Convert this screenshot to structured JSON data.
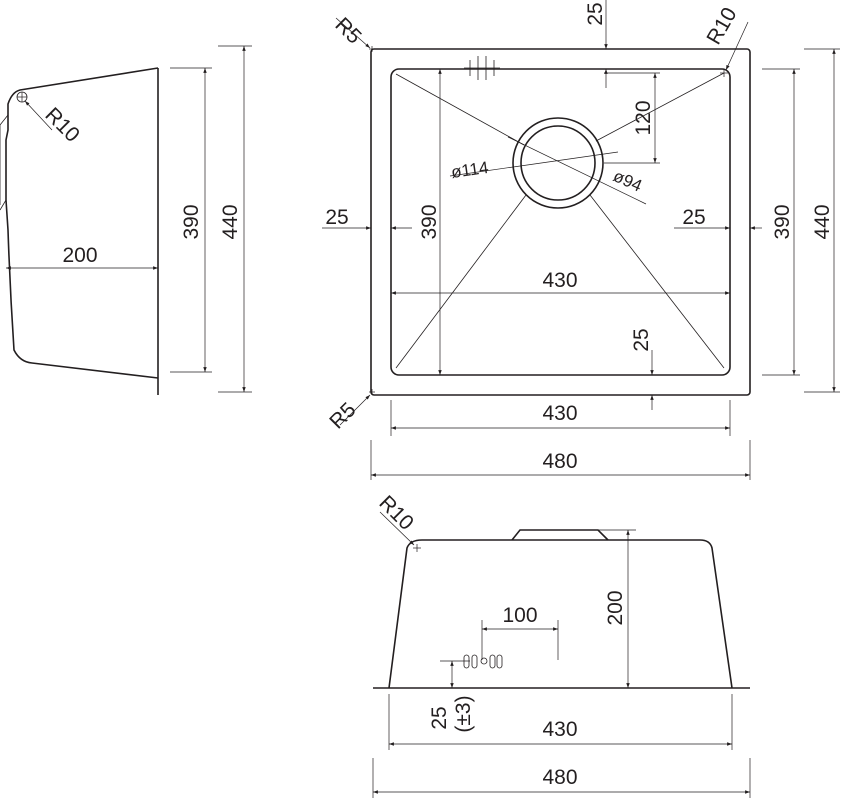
{
  "side_view_left": {
    "radius": "R10",
    "depth_200": "200",
    "inner_390": "390",
    "outer_440": "440"
  },
  "top_view": {
    "radius_top_left": "R5",
    "radius_bottom_left": "R5",
    "radius_top_right": "R10",
    "rim_top_25": "25",
    "drain_offset_120": "120",
    "drain_outer_dia": "ø114",
    "drain_inner_dia": "ø94",
    "rim_left_25": "25",
    "rim_right_25": "25",
    "inner_height_left_390": "390",
    "inner_height_right_390": "390",
    "outer_height_440": "440",
    "inner_width_mid_430": "430",
    "rim_bottom_25": "25",
    "inner_width_430": "430",
    "outer_width_480": "480"
  },
  "front_view": {
    "radius": "R10",
    "depth_200": "200",
    "overflow_offset_100": "100",
    "overflow_height": "25",
    "overflow_tolerance": "(±3)",
    "inner_width_430": "430",
    "outer_width_480": "480"
  }
}
